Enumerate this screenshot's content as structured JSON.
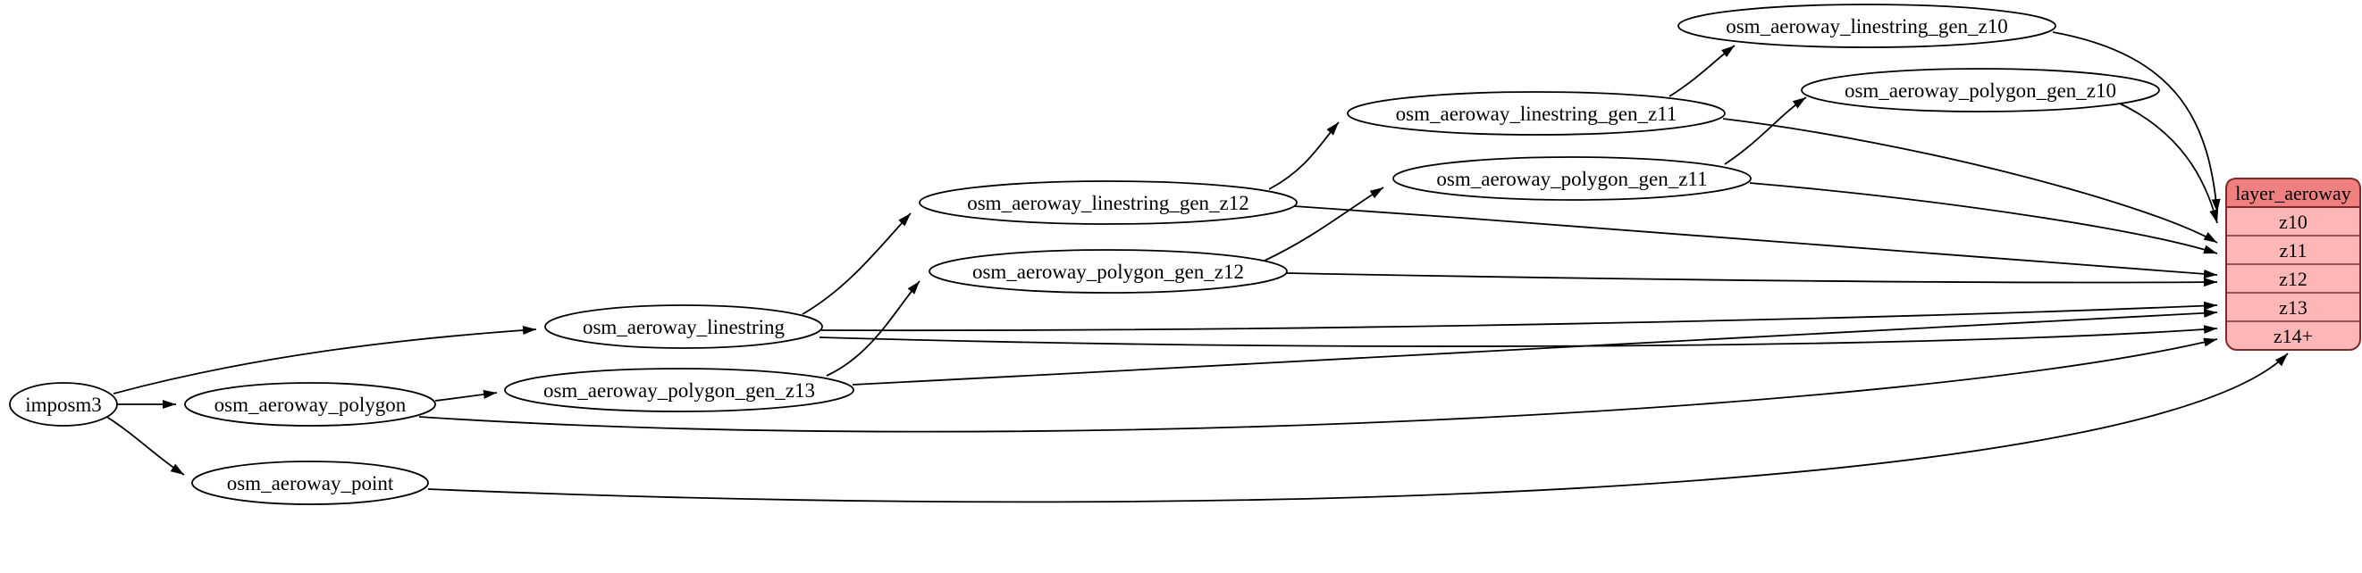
{
  "nodes": {
    "imposm3": "imposm3",
    "osm_aeroway_polygon": "osm_aeroway_polygon",
    "osm_aeroway_point": "osm_aeroway_point",
    "osm_aeroway_linestring": "osm_aeroway_linestring",
    "osm_aeroway_polygon_gen_z13": "osm_aeroway_polygon_gen_z13",
    "osm_aeroway_linestring_gen_z12": "osm_aeroway_linestring_gen_z12",
    "osm_aeroway_polygon_gen_z12": "osm_aeroway_polygon_gen_z12",
    "osm_aeroway_linestring_gen_z11": "osm_aeroway_linestring_gen_z11",
    "osm_aeroway_polygon_gen_z11": "osm_aeroway_polygon_gen_z11",
    "osm_aeroway_linestring_gen_z10": "osm_aeroway_linestring_gen_z10",
    "osm_aeroway_polygon_gen_z10": "osm_aeroway_polygon_gen_z10"
  },
  "layer": {
    "title": "layer_aeroway",
    "rows": [
      "z10",
      "z11",
      "z12",
      "z13",
      "z14+"
    ]
  },
  "edges": [
    "imposm3 -> osm_aeroway_polygon",
    "imposm3 -> osm_aeroway_linestring",
    "imposm3 -> osm_aeroway_point",
    "osm_aeroway_polygon -> osm_aeroway_polygon_gen_z13",
    "osm_aeroway_polygon_gen_z13 -> osm_aeroway_polygon_gen_z12",
    "osm_aeroway_polygon_gen_z12 -> osm_aeroway_polygon_gen_z11",
    "osm_aeroway_polygon_gen_z11 -> osm_aeroway_polygon_gen_z10",
    "osm_aeroway_linestring -> osm_aeroway_linestring_gen_z12",
    "osm_aeroway_linestring_gen_z12 -> osm_aeroway_linestring_gen_z11",
    "osm_aeroway_linestring_gen_z11 -> osm_aeroway_linestring_gen_z10",
    "osm_aeroway_linestring_gen_z10 -> layer_aeroway:z10",
    "osm_aeroway_polygon_gen_z10 -> layer_aeroway:z10",
    "osm_aeroway_linestring_gen_z11 -> layer_aeroway:z11",
    "osm_aeroway_polygon_gen_z11 -> layer_aeroway:z11",
    "osm_aeroway_linestring_gen_z12 -> layer_aeroway:z12",
    "osm_aeroway_polygon_gen_z12 -> layer_aeroway:z12",
    "osm_aeroway_linestring -> layer_aeroway:z13",
    "osm_aeroway_polygon_gen_z13 -> layer_aeroway:z13",
    "osm_aeroway_linestring -> layer_aeroway:z14+",
    "osm_aeroway_polygon -> layer_aeroway:z14+",
    "osm_aeroway_point -> layer_aeroway:z14+"
  ],
  "colors": {
    "record_header": "#f08080",
    "record_row": "#ffb6b6",
    "record_border": "#7f2a2a",
    "node_fill": "#ffffff",
    "edge": "#000000"
  }
}
